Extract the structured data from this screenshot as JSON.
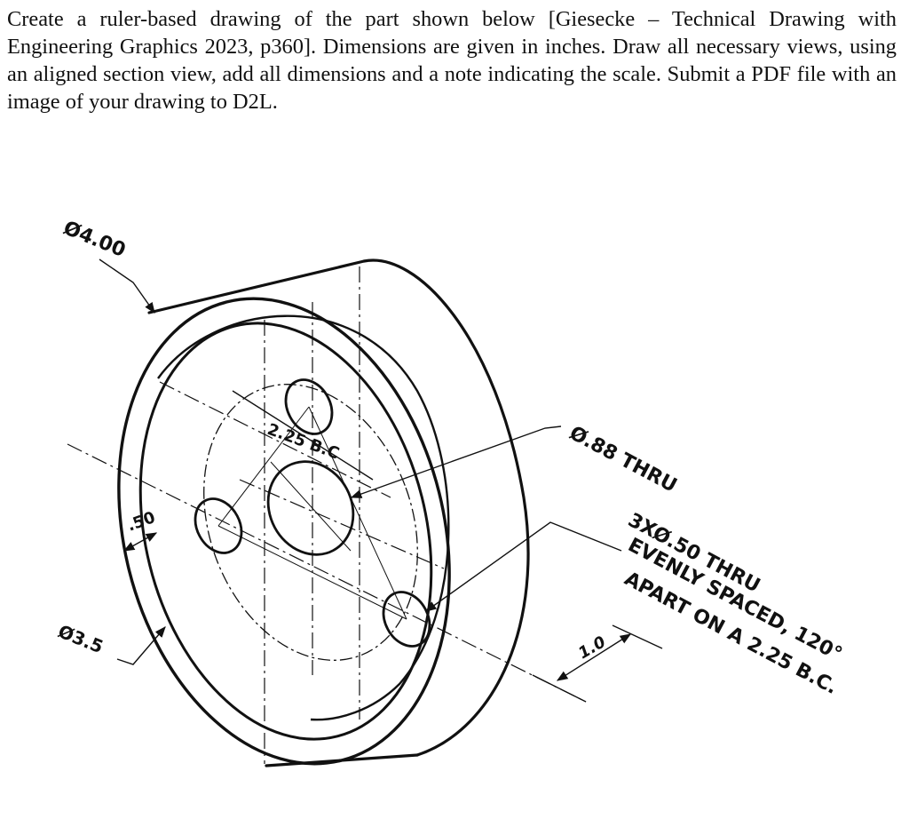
{
  "prompt": {
    "text": "Create a ruler-based drawing of the part shown below [Giesecke – Technical Drawing with Engineering Graphics 2023, p360]. Dimensions are given in inches. Draw all necessary views, using an aligned section view, add all dimensions and a note indicating the scale. Submit a PDF file with an image of your drawing to D2L."
  },
  "drawing": {
    "labels": {
      "outer_diameter": "Ø4.00",
      "bolt_circle": "2.25 B.C",
      "center_hole": "Ø.88 THRU",
      "bolt_holes_line1": "3XØ.50 THRU",
      "bolt_holes_line2": "EVENLY SPACED, 120°",
      "bolt_holes_line3": "APART ON A 2.25 B.C.",
      "recess_depth": ".50",
      "recess_diameter": "Ø3.5",
      "thickness": "1.0"
    }
  }
}
